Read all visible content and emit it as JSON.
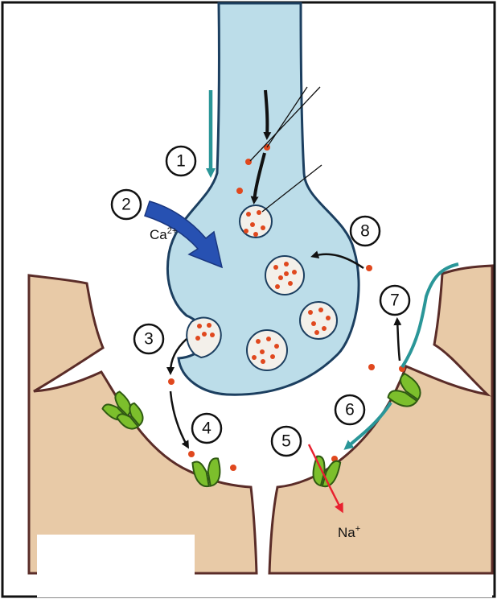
{
  "steps": [
    "1",
    "2",
    "3",
    "4",
    "5",
    "6",
    "7",
    "8"
  ],
  "ions": {
    "calcium": {
      "symbol": "Ca",
      "charge": "2+"
    },
    "sodium": {
      "symbol": "Na",
      "charge": "+"
    }
  },
  "colors": {
    "axon": "#bcdde9",
    "axon_outline": "#1c3f60",
    "tissue": "#e8caa7",
    "tissue_outline": "#5a2c28",
    "vesicle": "#f3f0ea",
    "transmitter": "#e0481e",
    "receptor": "#7cbf2c",
    "receptor_outline": "#2f5a12",
    "calcium_arrow": "#2751b2",
    "sodium_arrow": "#e8212f",
    "flow_arrow": "#2a9698",
    "black_arrow": "#111111"
  }
}
